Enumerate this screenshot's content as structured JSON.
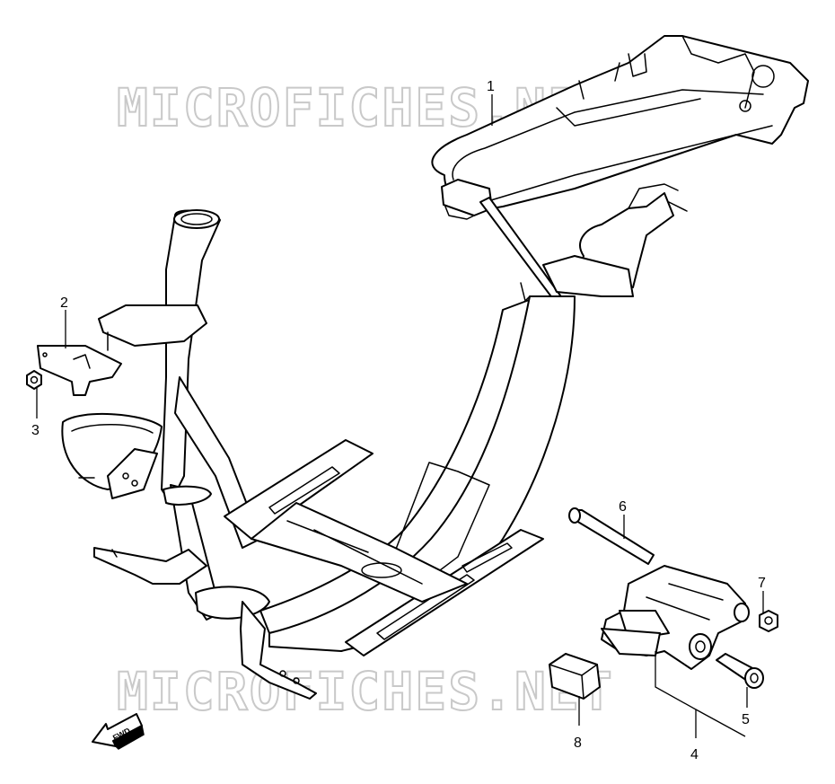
{
  "watermark": {
    "text": "MICROFICHES.NET"
  },
  "direction_marker": {
    "label": "FWD"
  },
  "callouts": [
    {
      "id": "1",
      "label": "1"
    },
    {
      "id": "2",
      "label": "2"
    },
    {
      "id": "3",
      "label": "3"
    },
    {
      "id": "4",
      "label": "4"
    },
    {
      "id": "5",
      "label": "5"
    },
    {
      "id": "6",
      "label": "6"
    },
    {
      "id": "7",
      "label": "7"
    },
    {
      "id": "8",
      "label": "8"
    }
  ]
}
